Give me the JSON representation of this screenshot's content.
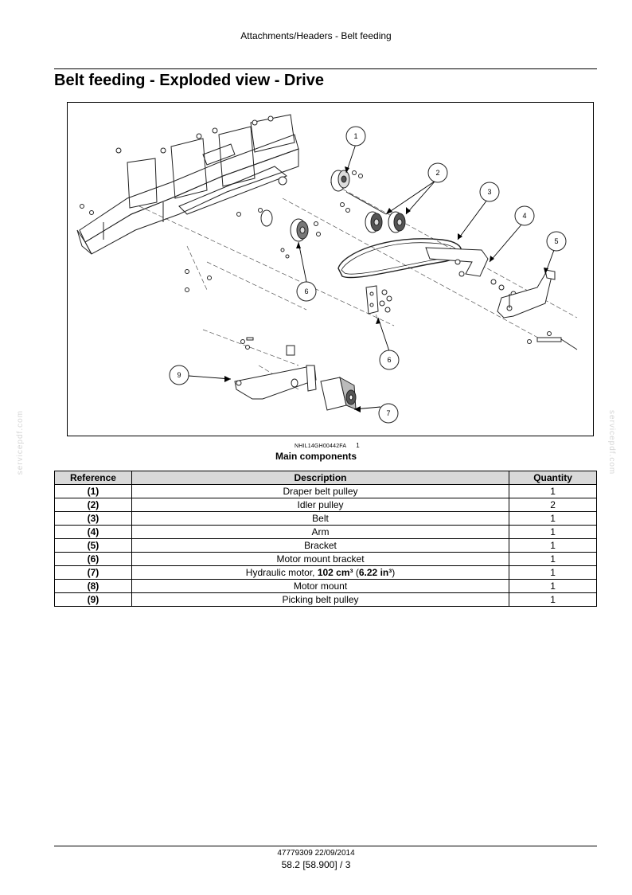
{
  "header": {
    "section": "Attachments/Headers - Belt feeding"
  },
  "page_title": "Belt feeding - Exploded view - Drive",
  "figure": {
    "code": "NHIL14GH00442FA",
    "number": "1",
    "callouts": [
      "1",
      "2",
      "3",
      "4",
      "5",
      "6",
      "6",
      "7",
      "9"
    ]
  },
  "caption": "Main components",
  "table": {
    "headers": [
      "Reference",
      "Description",
      "Quantity"
    ],
    "rows": [
      {
        "ref": "(1)",
        "desc": "Draper belt pulley",
        "qty": "1"
      },
      {
        "ref": "(2)",
        "desc": "Idler pulley",
        "qty": "2"
      },
      {
        "ref": "(3)",
        "desc": "Belt",
        "qty": "1"
      },
      {
        "ref": "(4)",
        "desc": "Arm",
        "qty": "1"
      },
      {
        "ref": "(5)",
        "desc": "Bracket",
        "qty": "1"
      },
      {
        "ref": "(6)",
        "desc": "Motor mount bracket",
        "qty": "1"
      },
      {
        "ref": "(7)",
        "desc_pre": "Hydraulic motor, ",
        "desc_b1": "102 cm³",
        "desc_mid": " (",
        "desc_b2": "6.22 in³",
        "desc_post": ")",
        "qty": "1"
      },
      {
        "ref": "(8)",
        "desc": "Motor mount",
        "qty": "1"
      },
      {
        "ref": "(9)",
        "desc": "Picking belt pulley",
        "qty": "1"
      }
    ]
  },
  "watermark": "servicepdf.com",
  "footer": {
    "doc": "47779309 22/09/2014",
    "page": "58.2 [58.900] / 3"
  }
}
